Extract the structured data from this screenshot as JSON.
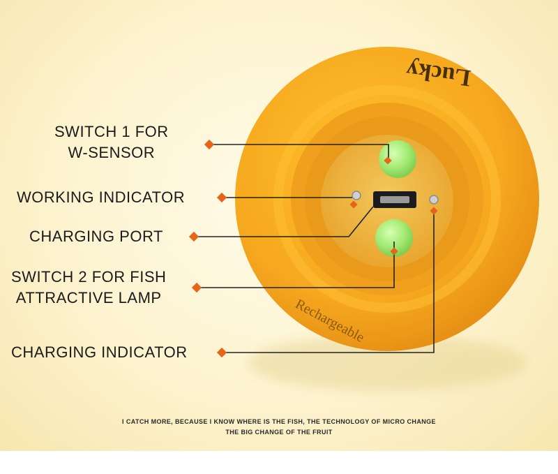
{
  "labels": {
    "switch1": [
      "SWITCH 1 FOR",
      "W-SENSOR"
    ],
    "working_indicator": "WORKING INDICATOR",
    "charging_port": "CHARGING PORT",
    "switch2": [
      "SWITCH 2 FOR FISH",
      "ATTRACTIVE LAMP"
    ],
    "charging_indicator": "CHARGING INDICATOR"
  },
  "device_text": {
    "brand": "Lucky",
    "rechargeable": "Rechargeable"
  },
  "caption": {
    "line1": "I CATCH MORE, BECAUSE I KNOW WHERE IS THE FISH, THE TECHNOLOGY OF MICRO CHANGE",
    "line2": "THE BIG CHANGE OF THE FRUIT"
  },
  "colors": {
    "device": "#f5a623",
    "marker": "#e8641b",
    "switch_glow": "#9ee86a",
    "leader": "#222222"
  }
}
